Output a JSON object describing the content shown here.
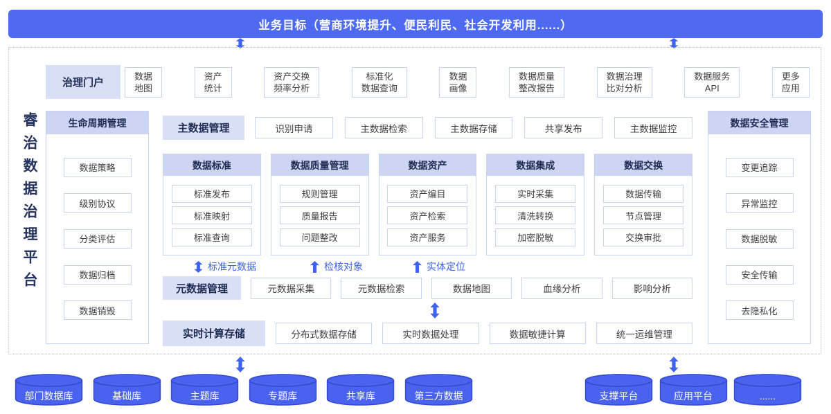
{
  "banner": {
    "title": "业务目标（营商环境提升、便民利民、社会开发利用......）"
  },
  "platform_title": "睿治数据治理平台",
  "portal": {
    "label": "治理门户",
    "items": [
      "数据\n地图",
      "资产\n统计",
      "资产交换\n频率分析",
      "标准化\n数据查询",
      "数据\n画像",
      "数据质量\n整改报告",
      "数据治理\n比对分析",
      "数据服务\nAPI",
      "更多\n应用"
    ]
  },
  "lifecycle": {
    "title": "生命周期管理",
    "items": [
      "数据策略",
      "级别协议",
      "分类评估",
      "数据归档",
      "数据销毁"
    ]
  },
  "security": {
    "title": "数据安全管理",
    "items": [
      "变更追踪",
      "异常监控",
      "数据脱敏",
      "安全传输",
      "去隐私化"
    ]
  },
  "master_row": {
    "label": "主数据管理",
    "items": [
      "识别申请",
      "主数据检索",
      "主数据存储",
      "共享发布",
      "主数据监控"
    ]
  },
  "columns": [
    {
      "title": "数据标准",
      "items": [
        "标准发布",
        "标准映射",
        "标准查询"
      ]
    },
    {
      "title": "数据质量管理",
      "items": [
        "规则管理",
        "质量报告",
        "问题整改"
      ]
    },
    {
      "title": "数据资产",
      "items": [
        "资产编目",
        "资产检索",
        "资产服务"
      ]
    },
    {
      "title": "数据集成",
      "items": [
        "实时采集",
        "清洗转换",
        "加密脱敏"
      ]
    },
    {
      "title": "数据交换",
      "items": [
        "数据传输",
        "节点管理",
        "交换审批"
      ]
    }
  ],
  "flow_labels": [
    {
      "label": "标准元数据"
    },
    {
      "label": "检核对象"
    },
    {
      "label": "实体定位"
    }
  ],
  "metadata_row": {
    "label": "元数据管理",
    "items": [
      "元数据采集",
      "元数据检索",
      "数据地图",
      "血缘分析",
      "影响分析"
    ]
  },
  "realtime_row": {
    "label": "实时计算存储",
    "items": [
      "分布式数据存储",
      "实时数据处理",
      "数据敏捷计算",
      "统一运维管理"
    ]
  },
  "databases": [
    "部门数据库",
    "基础库",
    "主题库",
    "专题库",
    "共享库",
    "第三方数据"
  ],
  "platforms": [
    "支撑平台",
    "应用平台",
    "......"
  ],
  "colors": {
    "banner_blue": "#4e6af1",
    "cylinder_blue": "#4a63ee",
    "cylinder_border": "#3349cf",
    "arrow_blue": "#3e63ee",
    "header_bg": "#ccd6f3",
    "label_bg": "#d7e0f7",
    "box_border": "#c7d3ee",
    "dark_text": "#1f2b52"
  }
}
